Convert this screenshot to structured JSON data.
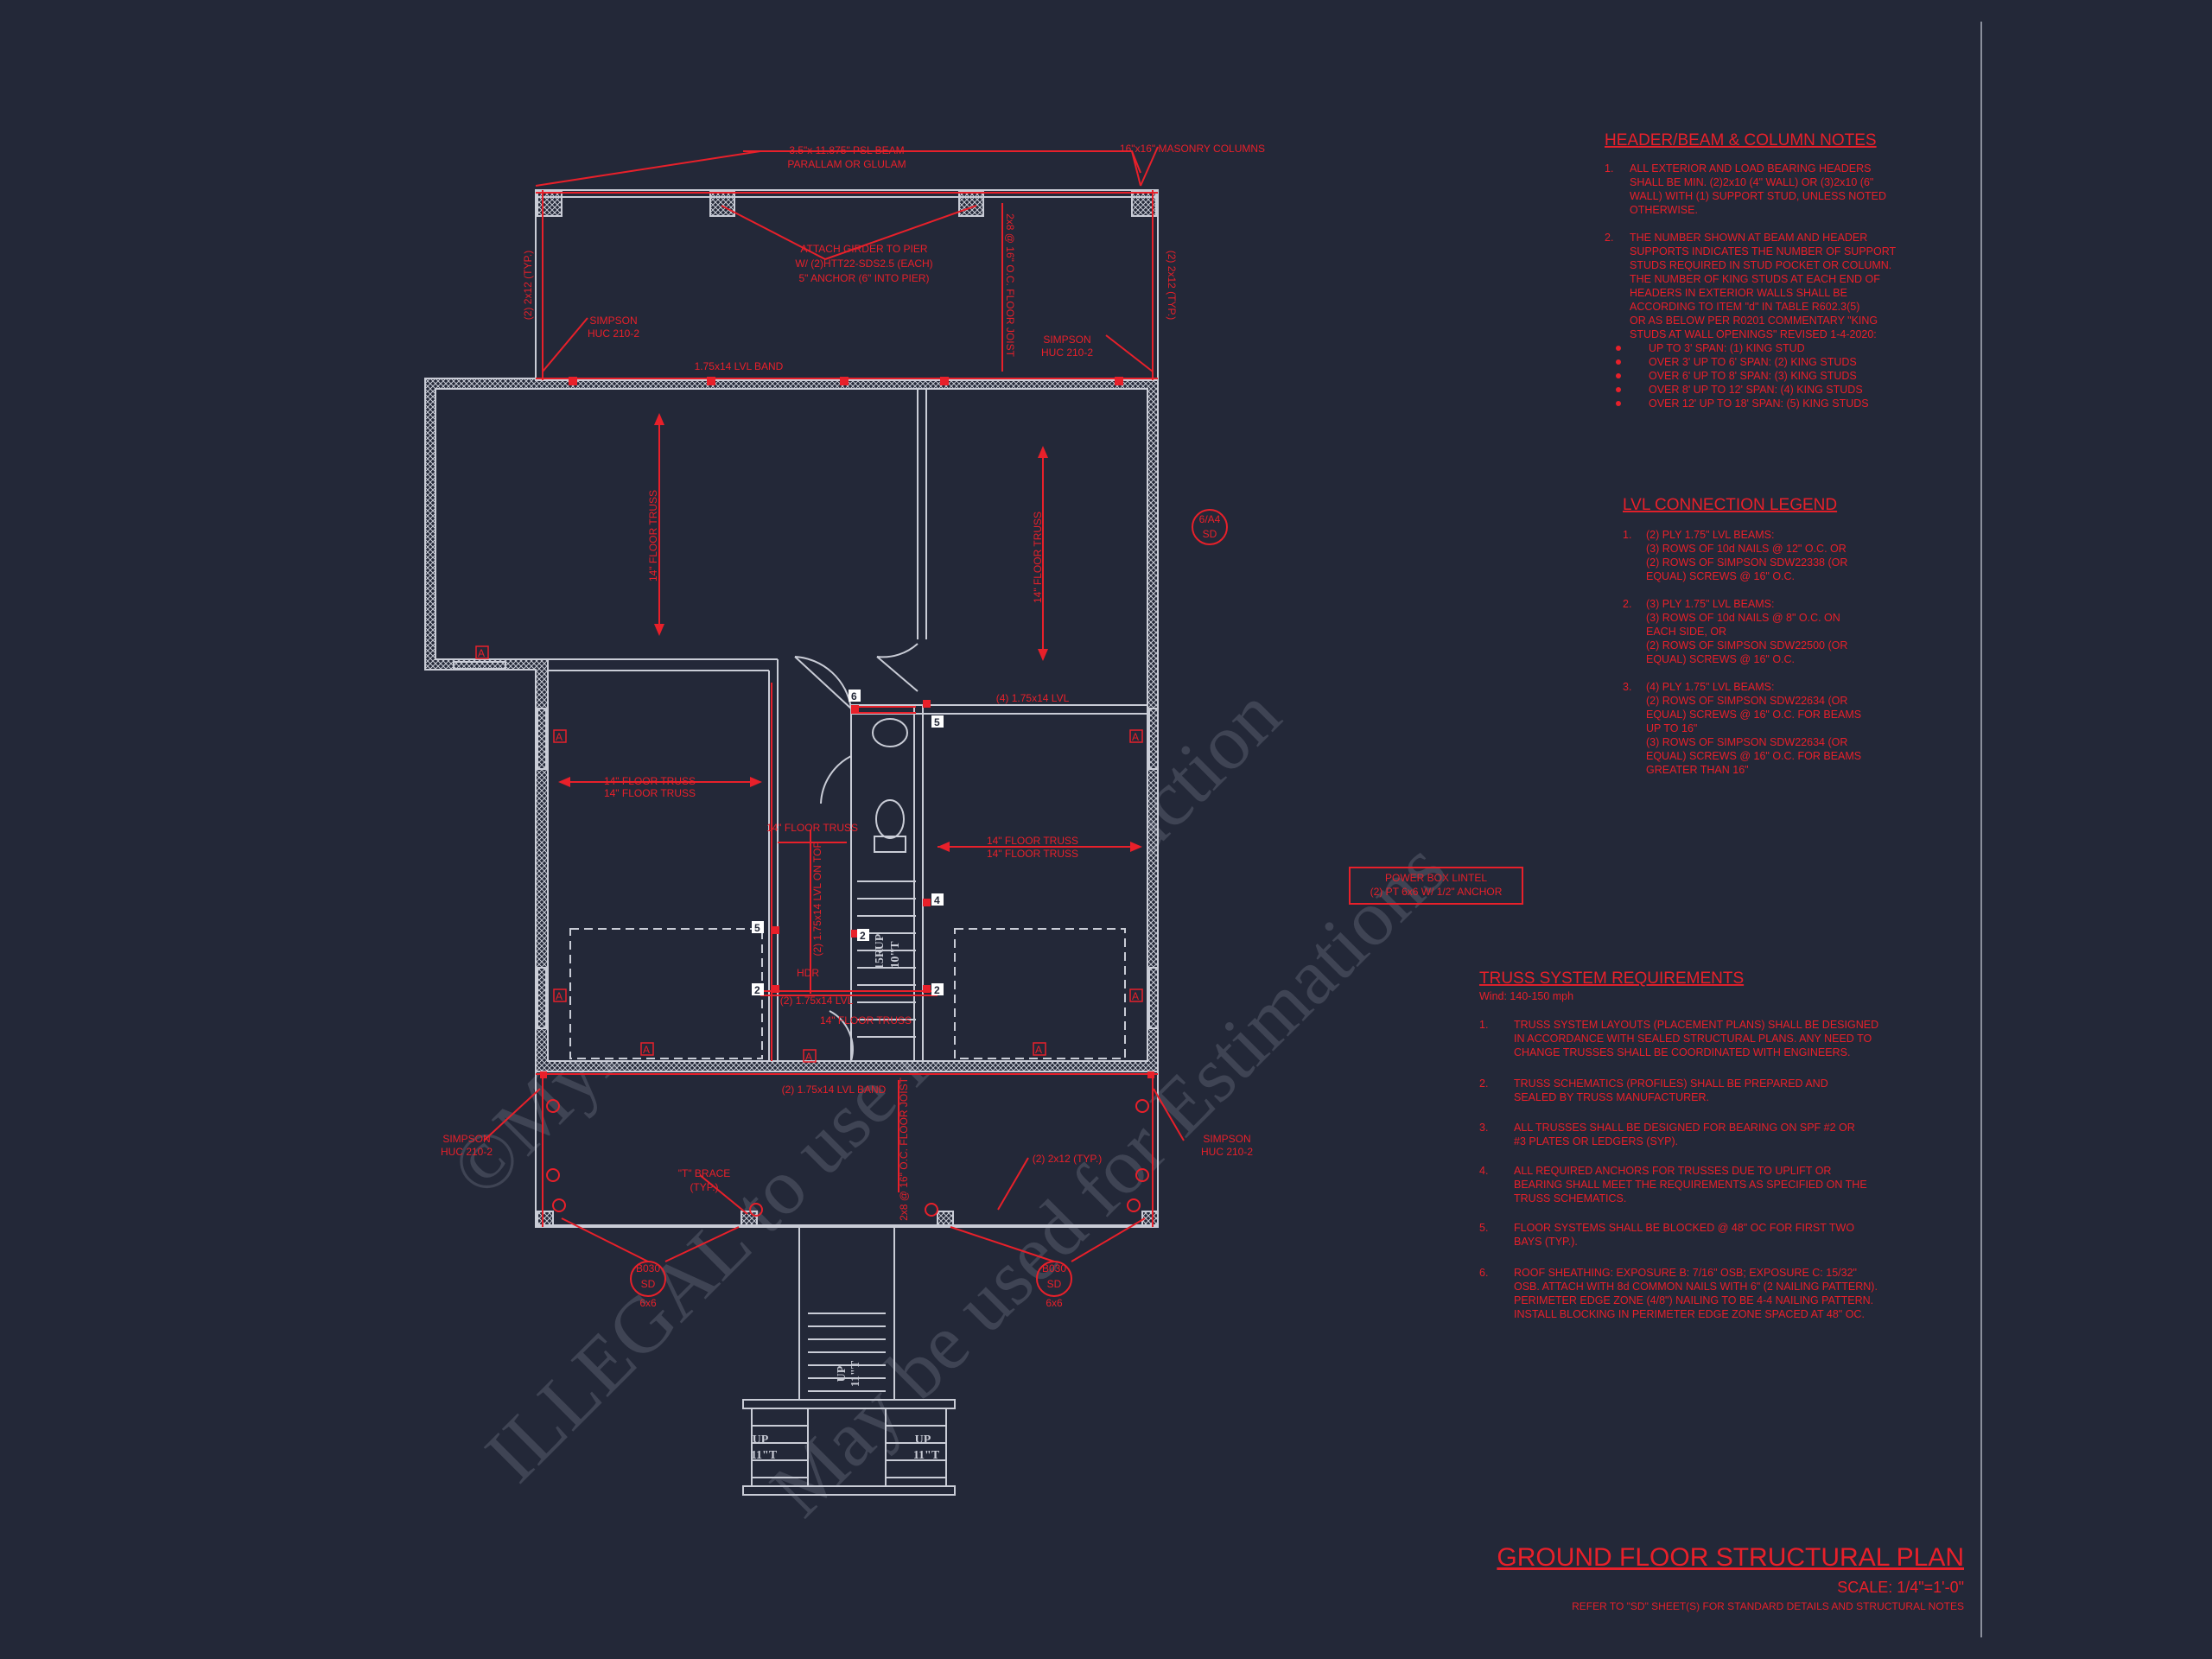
{
  "colors": {
    "background": "#232838",
    "lines": "#c9ccd6",
    "annotation": "#e8202a"
  },
  "plan": {
    "top_beam": "3.5\"x 11.875\" PSL BEAM",
    "top_beam_sub": "PARALLAM OR GLULAM",
    "masonry": "16\"x16\" MASONRY COLUMNS",
    "attach_girder": "ATTACH GIRDER TO PIER",
    "attach_girder_2": "W/ (2)HTT22-SDS2.5 (EACH)",
    "attach_girder_3": "5\" ANCHOR (6\" INTO PIER)",
    "joist_top": "2x8 @ 16\" O.C. FLOOR JOIST",
    "joist_left": "(2) 2x12 (TYP.)",
    "joist_right": "(2) 2x12 (TYP.)",
    "simpson_l": "SIMPSON",
    "simpson_l2": "HUC 210-2",
    "simpson_r": "SIMPSON",
    "simpson_r2": "HUC 210-2",
    "lvl_band_top": "1.75x14 LVL BAND",
    "truss_up_l": "14\" FLOOR TRUSS",
    "truss_up_r": "14\" FLOOR TRUSS",
    "sd_tag": "6/A4",
    "sd_tag2": "SD",
    "lvl_mid": "(4) 1.75x14 LVL",
    "truss_mid_l": "14\" FLOOR TRUSS",
    "truss_mid_c": "14\" FLOOR TRUSS",
    "truss_mid_r": "14\" FLOOR TRUSS",
    "truss_low_c": "14\" FLOOR TRUSS",
    "lvl_vert": "(2) 1.75x14 LVL ON TOP",
    "lvl_low": "(2) 1.75x14 LVL",
    "hdr": "HDR",
    "lvl_band_bot": "(2) 1.75x14 LVL BAND",
    "joist_bot": "2x8 @ 16\" O.C. FLOOR JOIST",
    "brace": "\"T\" BRACE",
    "brace2": "(TYP.)",
    "joist_bot_r": "(2) 2x12 (TYP.)",
    "simpson_bl": "SIMPSON",
    "simpson_bl2": "HUC 210-2",
    "simpson_br": "SIMPSON",
    "simpson_br2": "HUC 210-2",
    "stair_up_1": "UP",
    "stair_up_1b": "15R",
    "stair_up_1c": "10\"T",
    "stair_up_2": "UP",
    "stair_up_2b": "11\"T",
    "stair_up_3": "UP",
    "stair_up_3b": "11\"T",
    "stair_up_4": "UP",
    "stair_up_4b": "11\"T",
    "sd_bl_1": "B030",
    "sd_bl_2": "SD",
    "sd_bl_3": "6x6",
    "sd_br_1": "B030",
    "sd_br_2": "SD",
    "sd_br_3": "6x6",
    "power_box_1": "POWER BOX LINTEL",
    "power_box_2": "(2) PT 6x6 W/ 1/2\" ANCHOR",
    "watermark_1": "©MyHomeFloorPlans.com",
    "watermark_2": "ILLEGAL to use for Construction",
    "watermark_3": "May be used for Estimations"
  },
  "header_notes": {
    "title": "HEADER/BEAM & COLUMN NOTES",
    "n1": [
      "1.",
      "ALL EXTERIOR AND LOAD BEARING HEADERS",
      "SHALL BE MIN. (2)2x10 (4\" WALL) OR (3)2x10 (6\"",
      "WALL) WITH (1) SUPPORT STUD, UNLESS NOTED",
      "OTHERWISE."
    ],
    "n2": [
      "2.",
      "THE NUMBER SHOWN AT BEAM AND HEADER",
      "SUPPORTS INDICATES THE NUMBER OF SUPPORT",
      "STUDS REQUIRED IN STUD POCKET OR COLUMN.",
      "THE NUMBER OF KING STUDS AT EACH END OF",
      "HEADERS IN EXTERIOR WALLS SHALL BE",
      "ACCORDING TO ITEM \"d\" IN TABLE R602.3(5)",
      "OR AS BELOW PER R0201 COMMENTARY \"KING",
      "STUDS AT WALL OPENINGS\" REVISED 1-4-2020:"
    ],
    "b": [
      "UP TO 3' SPAN: (1) KING STUD",
      "OVER 3' UP TO 6' SPAN: (2) KING STUDS",
      "OVER 6' UP TO 8' SPAN: (3) KING STUDS",
      "OVER 8' UP TO 12' SPAN: (4) KING STUDS",
      "OVER 12' UP TO 18' SPAN: (5) KING STUDS"
    ]
  },
  "lvl_legend": {
    "title": "LVL CONNECTION LEGEND",
    "s1": [
      "1.",
      "(2) PLY 1.75\" LVL BEAMS:",
      "(3) ROWS OF 10d NAILS @ 12\" O.C. OR",
      "(2) ROWS OF SIMPSON SDW22338 (OR",
      "EQUAL) SCREWS @ 16\" O.C."
    ],
    "s2": [
      "2.",
      "(3) PLY 1.75\" LVL BEAMS:",
      "(3) ROWS OF 10d NAILS @ 8\" O.C. ON",
      "EACH SIDE, OR",
      "(2) ROWS OF SIMPSON SDW22500 (OR",
      "EQUAL) SCREWS @ 16\" O.C."
    ],
    "s3": [
      "3.",
      "(4) PLY 1.75\" LVL BEAMS:",
      "(2) ROWS OF SIMPSON SDW22634 (OR",
      "EQUAL) SCREWS @ 16\" O.C. FOR BEAMS",
      "UP TO 16\"",
      "(3) ROWS OF SIMPSON SDW22634 (OR",
      "EQUAL) SCREWS @ 16\" O.C. FOR BEAMS",
      "GREATER THAN 16\""
    ]
  },
  "truss_req": {
    "title": "TRUSS SYSTEM REQUIREMENTS",
    "wind": "Wind: 140-150 mph",
    "t1": [
      "1.",
      "TRUSS SYSTEM LAYOUTS (PLACEMENT PLANS) SHALL BE DESIGNED",
      "IN ACCORDANCE WITH SEALED STRUCTURAL PLANS. ANY NEED TO",
      "CHANGE TRUSSES SHALL BE COORDINATED WITH ENGINEERS."
    ],
    "t2": [
      "2.",
      "TRUSS SCHEMATICS (PROFILES) SHALL BE PREPARED AND",
      "SEALED BY TRUSS MANUFACTURER."
    ],
    "t3": [
      "3.",
      "ALL TRUSSES SHALL BE DESIGNED FOR BEARING ON SPF #2 OR",
      "#3 PLATES OR LEDGERS (SYP)."
    ],
    "t4": [
      "4.",
      "ALL REQUIRED ANCHORS FOR TRUSSES DUE TO UPLIFT OR",
      "BEARING SHALL MEET THE REQUIREMENTS AS SPECIFIED ON THE",
      "TRUSS SCHEMATICS."
    ],
    "t5": [
      "5.",
      "FLOOR SYSTEMS SHALL BE BLOCKED @ 48\" OC FOR FIRST TWO",
      "BAYS (TYP.)."
    ],
    "t6": [
      "6.",
      "ROOF SHEATHING: EXPOSURE B: 7/16\" OSB; EXPOSURE C: 15/32\"",
      "OSB. ATTACH WITH 8d COMMON NAILS WITH 6\" (2 NAILING PATTERN).",
      "PERIMETER EDGE ZONE (4/8\") NAILING TO BE 4-4 NAILING PATTERN.",
      "INSTALL BLOCKING IN PERIMETER EDGE ZONE SPACED AT 48\" OC."
    ]
  },
  "title_block": {
    "title": "GROUND FLOOR STRUCTURAL PLAN",
    "scale": "SCALE: 1/4\"=1'-0\"",
    "refer": "REFER TO \"SD\" SHEET(S) FOR STANDARD DETAILS AND STRUCTURAL NOTES"
  },
  "markers": {
    "a": "A",
    "n2": "2",
    "n4": "4",
    "n5": "5",
    "n6": "6"
  }
}
